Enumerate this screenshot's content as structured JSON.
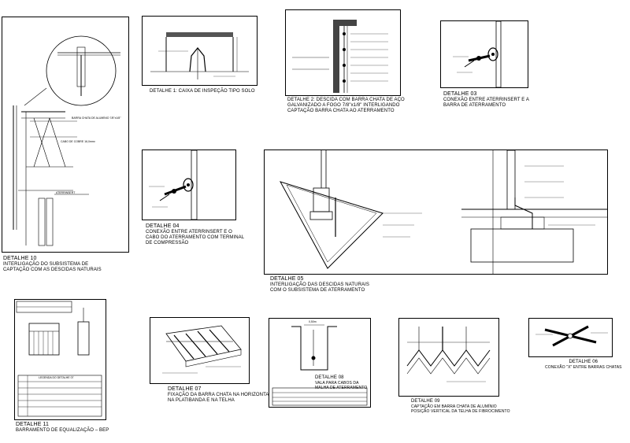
{
  "details": {
    "d10": {
      "title": "DETALHE 10",
      "desc1": "INTERLIGAÇÃO DO SUBSISTEMA DE",
      "desc2": "CAPTAÇÃO COM AS DESCIDAS NATURAIS",
      "labels": [
        "BARRA CHATA DE ALUMÍNIO 7/8\"x1/8\"",
        "CABO DE COBRE 16,0mm²",
        "ATERRINSERT"
      ]
    },
    "d1": {
      "desc": "DETALHE 1: CAIXA DE INSPEÇÃO TIPO SOLO"
    },
    "d2": {
      "desc1": "DETALHE 2: DESCIDA COM BARRA CHATA DE AÇO",
      "desc2": "GALVANIZADO A FOGO 7/8\"x1/8\" INTERLIGANDO",
      "desc3": "CAPTAÇÃO BARRA CHATA AO ATERRAMENTO"
    },
    "d3": {
      "title": "DETALHE 03",
      "desc1": "CONEXÃO ENTRE ATERRINSERT E A",
      "desc2": "BARRA DE ATERRAMENTO"
    },
    "d4": {
      "title": "DETALHE 04",
      "desc1": "CONEXÃO ENTRE ATERRINSERT E O",
      "desc2": "CABO DO ATERRAMENTO COM TERMINAL",
      "desc3": "DE COMPRESSÃO"
    },
    "d5": {
      "title": "DETALHE 05",
      "desc1": "INTERLIGAÇÃO DAS DESCIDAS NATURAIS",
      "desc2": "COM O SUBSISTEMA DE ATERRAMENTO"
    },
    "d11": {
      "title": "DETALHE 11",
      "desc1": "BARRAMENTO DE EQUALIZAÇÃO – BEP",
      "sub": "LEGENDA DO DETALHE 07"
    },
    "d7": {
      "title": "DETALHE 07",
      "desc1": "FIXAÇÃO DA BARRA CHATA NA HORIZONTAL",
      "desc2": "NA PLATIBANDA E NA TELHA"
    },
    "d8": {
      "title": "DETALHE 08",
      "desc1": "VALA PARA CABOS DA",
      "desc2": "MALHA DE ATERRAMENTO",
      "dim": "0,50m"
    },
    "d9": {
      "title": "DETALHE 09",
      "desc1": "CAPTAÇÃO EM BARRA CHATA DE ALUMÍNIO",
      "desc2": "POSIÇÃO VERTICAL DA TELHA DE FIBROCIMENTO"
    },
    "d6": {
      "title": "DETALHE 06",
      "desc1": "CONEXÃO \"X\" ENTRE BARRAS CHATAS"
    }
  }
}
